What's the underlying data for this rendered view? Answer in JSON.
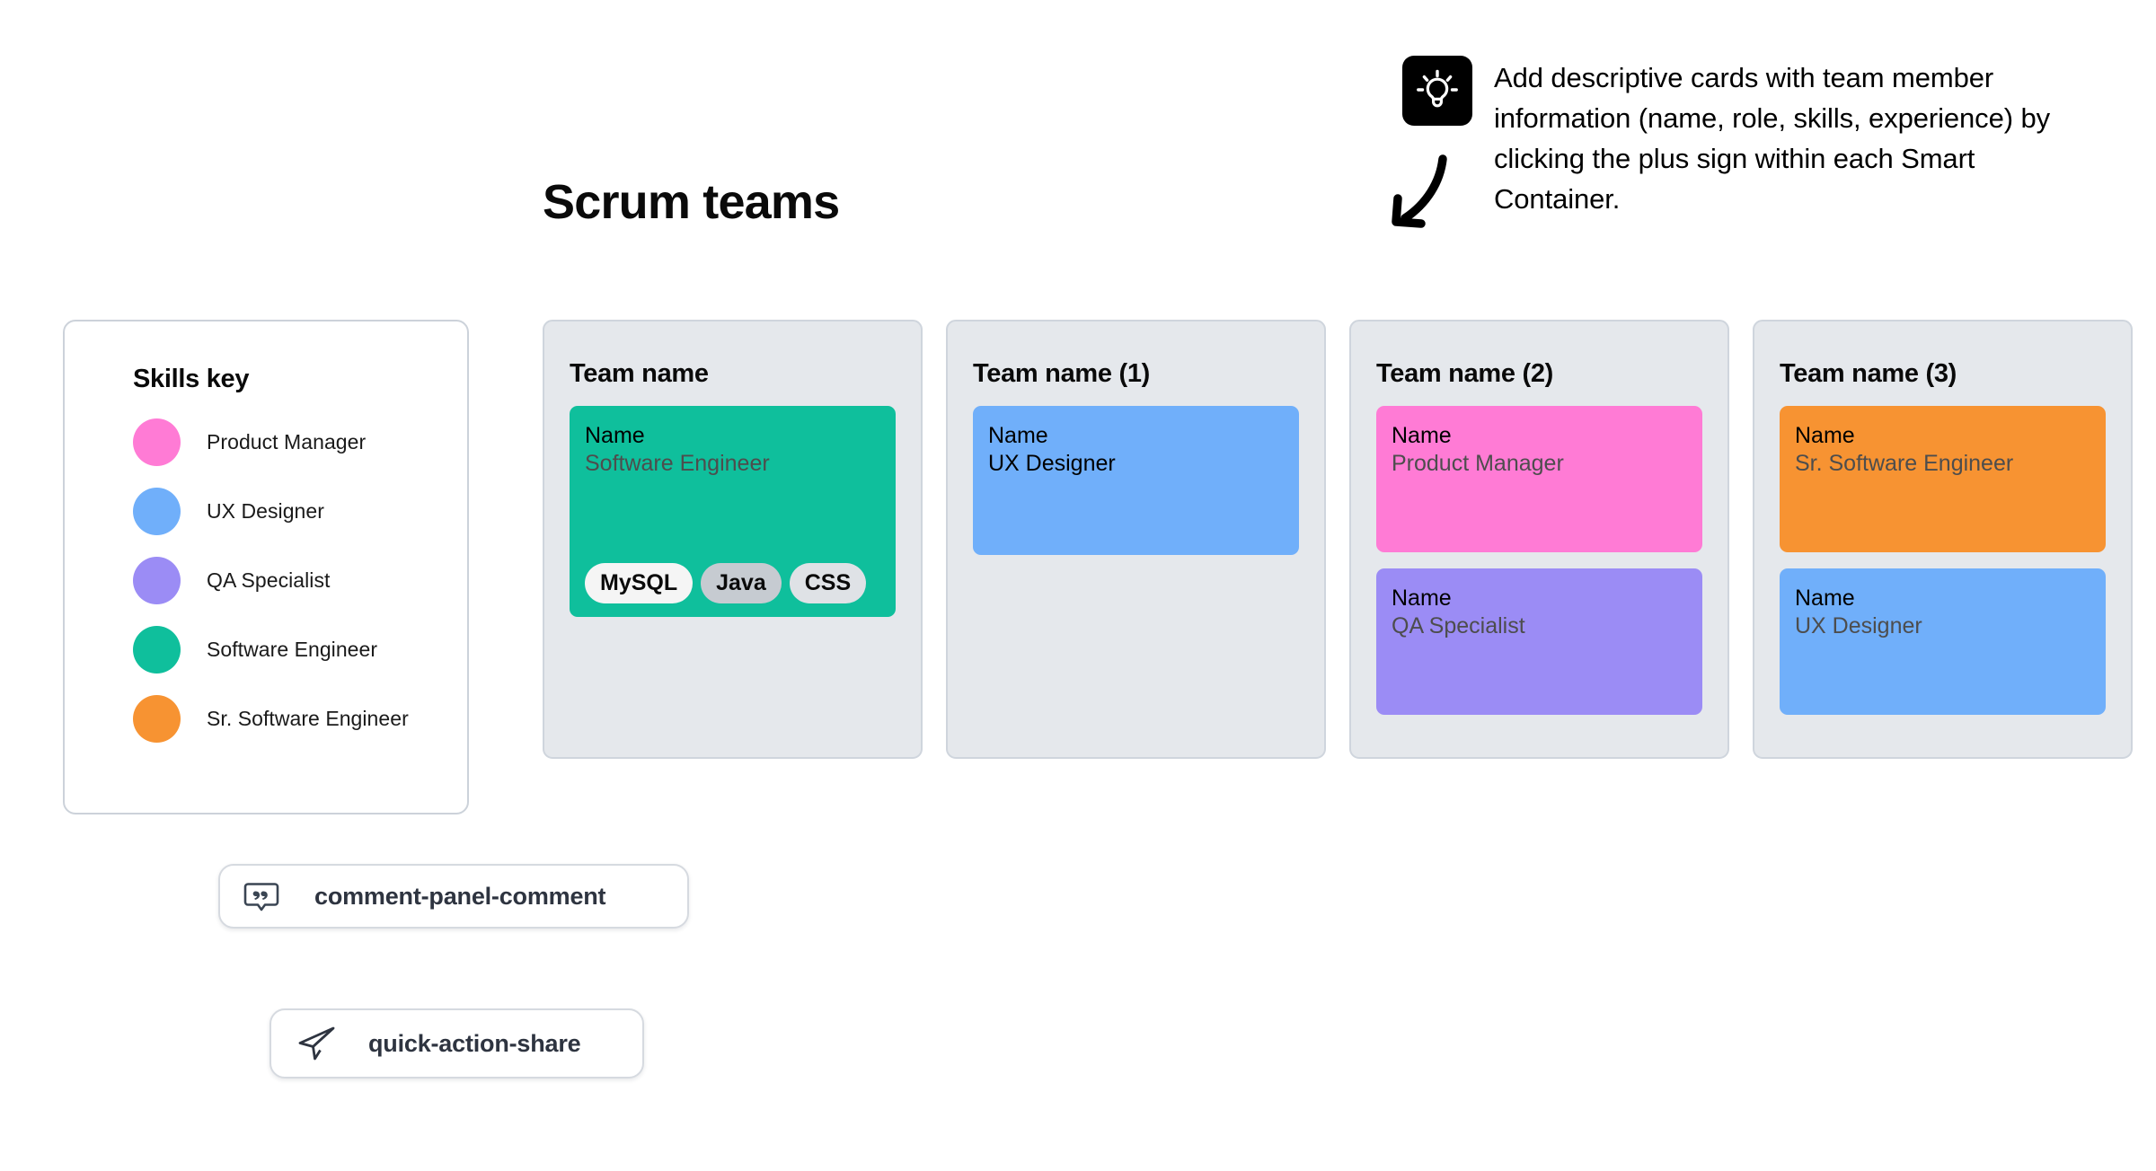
{
  "page": {
    "title": "Scrum teams"
  },
  "tip": {
    "icon": "lightbulb-icon",
    "arrow": "curved-arrow-down-left-icon",
    "text": "Add descriptive cards with team member information (name, role, skills, experience) by clicking the plus sign within each Smart Container."
  },
  "skills_key": {
    "title": "Skills key",
    "items": [
      {
        "label": "Product Manager",
        "color": "#ff7bd5"
      },
      {
        "label": "UX Designer",
        "color": "#70affa"
      },
      {
        "label": "QA Specialist",
        "color": "#9b8cf5"
      },
      {
        "label": "Software Engineer",
        "color": "#0fbf9c"
      },
      {
        "label": "Sr. Software Engineer",
        "color": "#f79332"
      }
    ]
  },
  "teams": [
    {
      "title": "Team name",
      "members": [
        {
          "name": "Name",
          "role": "Software Engineer",
          "color": "#0fbf9c",
          "role_tone": "muted",
          "size": "tall",
          "tags": [
            {
              "label": "MySQL",
              "color": "#f5f5f5"
            },
            {
              "label": "Java",
              "color": "#c6cbd1"
            },
            {
              "label": "CSS",
              "color": "#dfe2e6"
            }
          ]
        }
      ]
    },
    {
      "title": "Team name (1)",
      "members": [
        {
          "name": "Name",
          "role": "UX Designer",
          "color": "#70affa",
          "role_tone": "dark",
          "size": "short",
          "tags": []
        }
      ]
    },
    {
      "title": "Team name (2)",
      "members": [
        {
          "name": "Name",
          "role": "Product Manager",
          "color": "#ff7bd5",
          "role_tone": "muted",
          "size": "mid",
          "tags": []
        },
        {
          "name": "Name",
          "role": "QA Specialist",
          "color": "#9b8cf5",
          "role_tone": "muted",
          "size": "mid",
          "tags": []
        }
      ]
    },
    {
      "title": "Team name (3)",
      "members": [
        {
          "name": "Name",
          "role": "Sr. Software Engineer",
          "color": "#f79332",
          "role_tone": "muted",
          "size": "mid",
          "tags": []
        },
        {
          "name": "Name",
          "role": "UX Designer",
          "color": "#70affa",
          "role_tone": "muted",
          "size": "mid",
          "tags": []
        }
      ]
    }
  ],
  "actions": [
    {
      "id": "comment",
      "label": "comment-panel-comment",
      "icon": "comment-bubble-icon"
    },
    {
      "id": "share",
      "label": "quick-action-share",
      "icon": "paper-plane-icon"
    }
  ]
}
